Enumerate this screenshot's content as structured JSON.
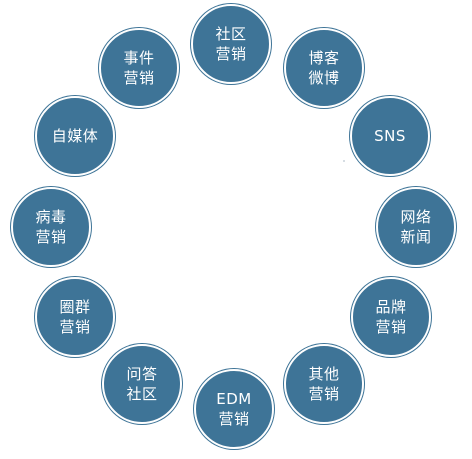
{
  "diagram": {
    "node_color": "#3e7497",
    "node_border": "#ffffff",
    "nodes": [
      {
        "id": "social-community",
        "label": "社区\n营销"
      },
      {
        "id": "blog-weibo",
        "label": "博客\n微博"
      },
      {
        "id": "sns",
        "label": "SNS"
      },
      {
        "id": "online-news",
        "label": "网络\n新闻"
      },
      {
        "id": "brand-marketing",
        "label": "品牌\n营销"
      },
      {
        "id": "other-marketing",
        "label": "其他\n营销"
      },
      {
        "id": "edm-marketing",
        "label": "EDM\n营销"
      },
      {
        "id": "qa-community",
        "label": "问答\n社区"
      },
      {
        "id": "circle-marketing",
        "label": "圈群\n营销"
      },
      {
        "id": "viral-marketing",
        "label": "病毒\n营销"
      },
      {
        "id": "self-media",
        "label": "自媒体"
      },
      {
        "id": "event-marketing",
        "label": "事件\n营销"
      }
    ]
  }
}
